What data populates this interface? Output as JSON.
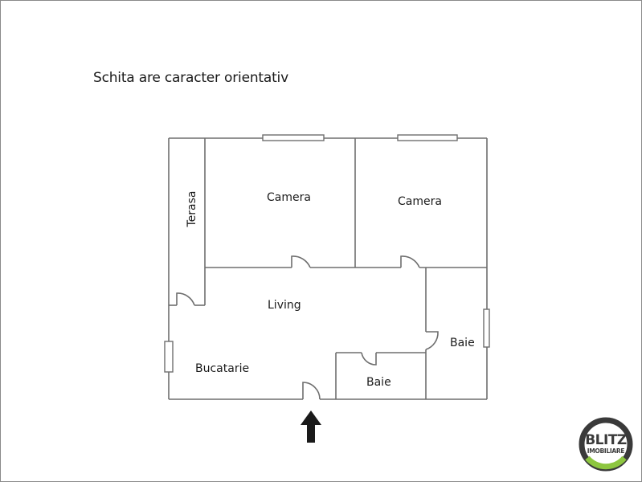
{
  "note": "Schita are caracter orientativ",
  "rooms": {
    "camera_left": "Camera",
    "camera_right": "Camera",
    "terasa": "Terasa",
    "living": "Living",
    "bucatarie": "Bucatarie",
    "baie_small": "Baie",
    "baie_right": "Baie"
  },
  "entrance": {
    "icon": "arrow-up-icon",
    "color": "#1a1a1a"
  },
  "logo": {
    "line1": "BLITZ",
    "line2": "IMOBILIARE",
    "ring_color": "#3a3a3a",
    "accent_color": "#8dc63f"
  },
  "colors": {
    "wall": "#6e6e6e",
    "text": "#1a1a1a",
    "border": "#8a8a8a"
  }
}
